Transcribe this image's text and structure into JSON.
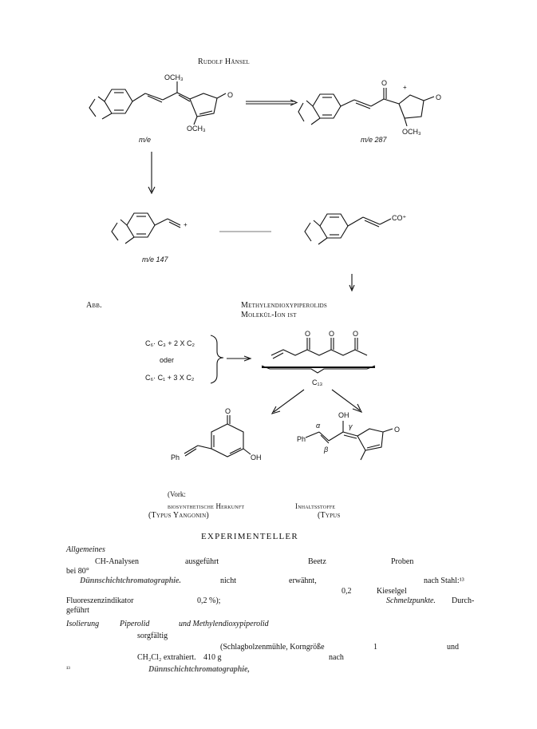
{
  "header": {
    "author": "Rudolf Hänsel"
  },
  "scheme1": {
    "och3_top": "OCH₃",
    "och3_bottom": "OCH₃",
    "och3_right": "OCH₃",
    "carbonyl_o": "O",
    "ring_o": "O",
    "plus": "+",
    "mz_left": "m/e",
    "mz_right": "m/e  287",
    "mz_147": "m/e  147",
    "co_plus": "CO⁺",
    "fig_label": "Abb.",
    "caption1": "Methylendioxypiperolids",
    "caption2": "Molekül-Ion ist"
  },
  "scheme2": {
    "formula1": "C₆· C₃ + 2 X C₂",
    "oder": "oder",
    "formula2": "C₆· C₁ + 3 X C₂",
    "c13": "C₁₃",
    "o1": "O",
    "o2": "O",
    "o3": "O",
    "pyrone_o_top": "O",
    "ph1": "Ph",
    "oh1": "OH",
    "ph2": "Ph",
    "oh2": "OH",
    "alpha": "α",
    "beta": "β",
    "gamma": "γ",
    "lactone_o": "O",
    "vork": "(Vork:",
    "herkunft": "biosynthetische Herkunft",
    "inhalt": "Inhaltsstoffe",
    "typus1": "(Typus Yangonin)",
    "typus2": "(Typus"
  },
  "body": {
    "heading": "EXPERIMENTELLER",
    "allg": "Allgemeines",
    "l1a": "CH-Analysen",
    "l1b": "ausgeführt",
    "l1c": "Beetz",
    "l1d": "Proben",
    "l2": "bei 80°",
    "l3a": "Dünnschichtchromatographie.",
    "l3b": "nicht",
    "l3c": "erwähnt,",
    "l3d": "nach Stahl:¹³",
    "l4a": "0,2",
    "l4b": "Kieselgel",
    "l5a": "Fluoreszenzindikator",
    "l5b": "0,2 %);",
    "l5c": "Schmelzpunkte.",
    "l5d": "Durch-",
    "l6": "geführt",
    "l7a": "Isolierung",
    "l7b": "Piperolid",
    "l7c": "und Methylendioxypiperolid",
    "l8": "sorgfältig",
    "l9a": "(Schlagbolzenmühle, Korngröße",
    "l9b": "1",
    "l9c": "und",
    "l10a": "CH₂Cl₂ extrahiert.",
    "l10b": "410 g",
    "l10c": "nach",
    "fn_num": "¹³",
    "fn_text": "Dünnschichtchromatographie,"
  }
}
